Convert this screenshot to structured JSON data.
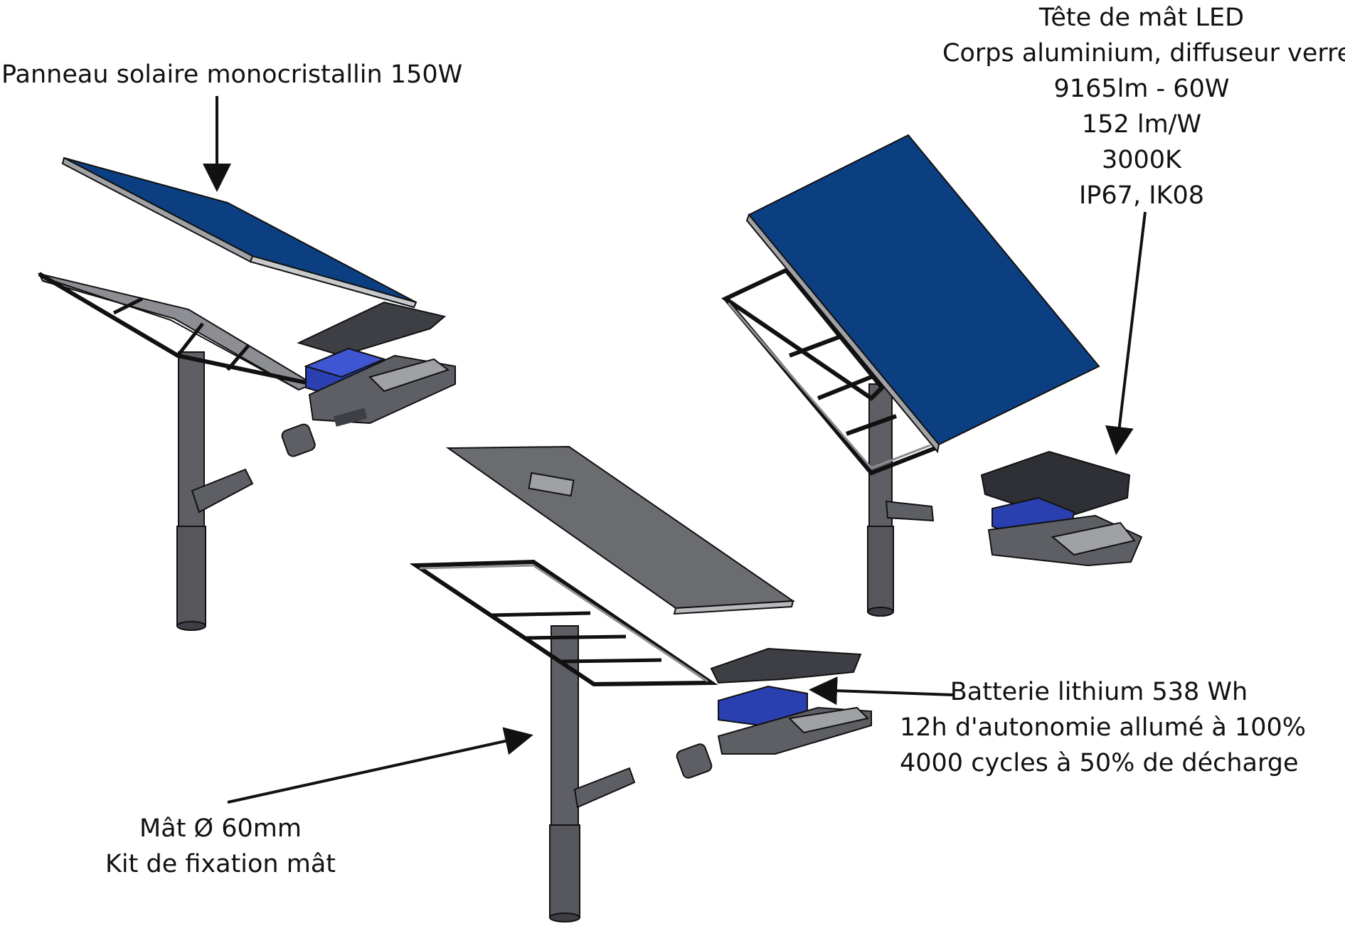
{
  "labels": {
    "panel": [
      "Panneau solaire monocristallin 150W"
    ],
    "head": [
      "Tête de mât LED",
      "Corps aluminium, diffuseur verre",
      "9165lm - 60W",
      "152 lm/W",
      "3000K",
      "IP67, IK08"
    ],
    "battery": [
      "Batterie lithium 538 Wh",
      "12h d'autonomie allumé à 100%",
      "4000 cycles à 50% de décharge"
    ],
    "mast": [
      "Mât Ø 60mm",
      "Kit de fixation mât"
    ]
  },
  "colors": {
    "panel_blue": "#0c3f82",
    "battery_blue": "#2a3fb0",
    "metal": "#5d5f64",
    "metal_dark": "#3d3f44",
    "frame": "#8c8e93",
    "outline": "#111111"
  }
}
